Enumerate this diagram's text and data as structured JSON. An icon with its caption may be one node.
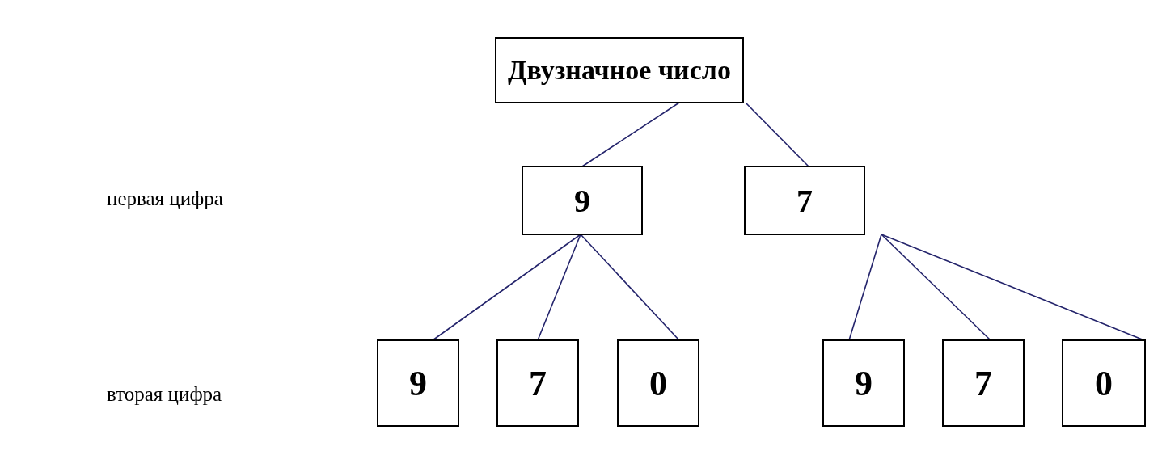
{
  "diagram": {
    "nodes": [
      {
        "text": [
          "Двузначное число"
        ]
      },
      {
        "text": [
          "9"
        ]
      },
      {
        "text": [
          "7"
        ]
      },
      {
        "text": [
          "9"
        ]
      },
      {
        "text": [
          "7"
        ]
      },
      {
        "text": [
          "0"
        ]
      },
      {
        "text": [
          "9"
        ]
      },
      {
        "text": [
          "7"
        ]
      },
      {
        "text": [
          "0"
        ]
      }
    ],
    "edges": [
      {
        "from": 0,
        "to": 1,
        "arrow": "none"
      },
      {
        "from": 0,
        "to": 2,
        "arrow": "none"
      },
      {
        "from": 1,
        "to": 3,
        "arrow": "none"
      },
      {
        "from": 1,
        "to": 4,
        "arrow": "none"
      },
      {
        "from": 1,
        "to": 5,
        "arrow": "none"
      },
      {
        "from": 2,
        "to": 6,
        "arrow": "none"
      },
      {
        "from": 2,
        "to": 7,
        "arrow": "none"
      },
      {
        "from": 2,
        "to": 8,
        "arrow": "none"
      }
    ],
    "labels": [
      "первая цифра",
      "вторая цифра"
    ]
  }
}
